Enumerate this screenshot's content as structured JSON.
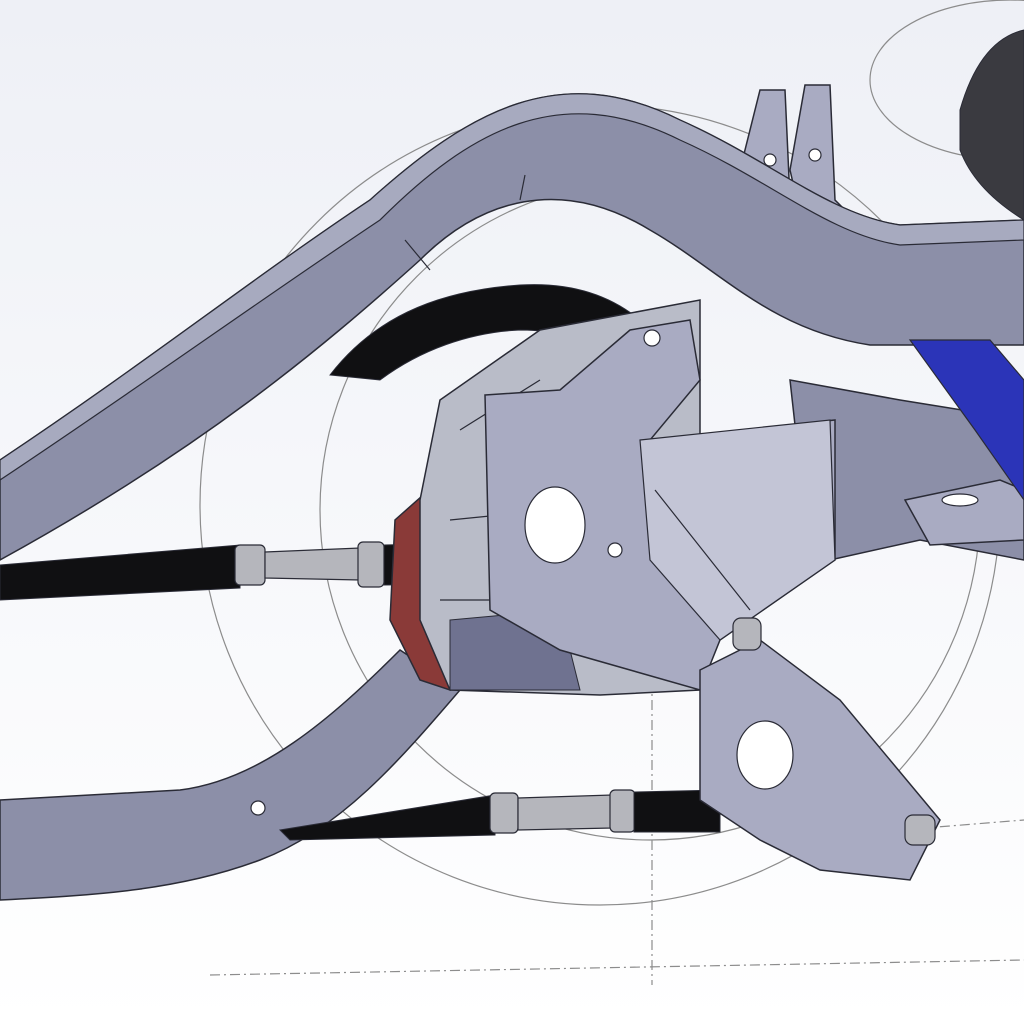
{
  "viewport": {
    "background_top": "#eef0f6",
    "background_bottom": "#ffffff"
  },
  "colors": {
    "frame_fill": "#8c8fa8",
    "frame_light": "#a7aabf",
    "frame_dark": "#6f7290",
    "outline": "#2a2b36",
    "bracket_fill": "#a9abc2",
    "bracket_light": "#c3c5d6",
    "housing_fill": "#b9bcc8",
    "cover_ring": "#8a3a38",
    "rod_black": "#101012",
    "rod_end_silver": "#b5b6bc",
    "blue_part": "#2b34b8",
    "dark_sphere": "#3a3a40",
    "construction_line": "#8c8c8c"
  },
  "parts": [
    {
      "name": "chassis-frame-rail-upper",
      "icon": "frame-rail"
    },
    {
      "name": "chassis-frame-rail-lower",
      "icon": "frame-rail"
    },
    {
      "name": "differential-housing",
      "icon": "differential"
    },
    {
      "name": "upper-link-bar",
      "icon": "rod"
    },
    {
      "name": "lower-link-bar",
      "icon": "rod"
    },
    {
      "name": "upper-tube",
      "icon": "tube"
    },
    {
      "name": "link-bracket",
      "icon": "bracket"
    },
    {
      "name": "crossmember",
      "icon": "crossmember"
    },
    {
      "name": "blue-mount",
      "icon": "plate"
    },
    {
      "name": "construction-circles",
      "icon": "sketch-circle"
    }
  ]
}
